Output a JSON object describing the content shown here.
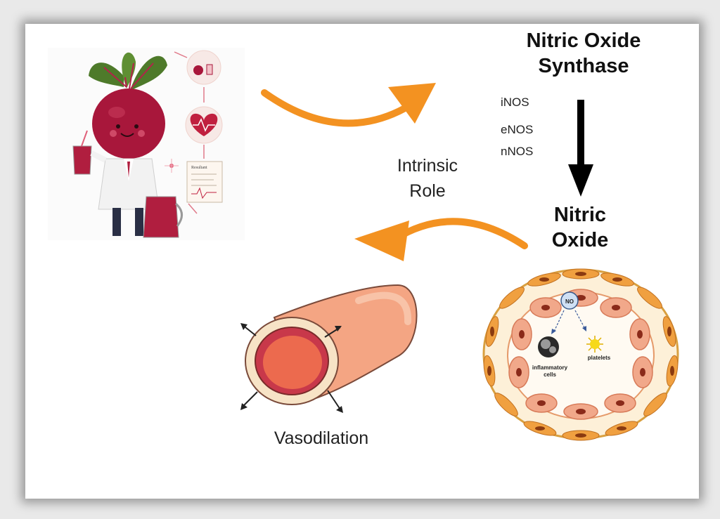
{
  "diagram": {
    "enzyme_title_line1": "Nitric Oxide",
    "enzyme_title_line2": "Synthase",
    "isoforms": [
      "iNOS",
      "eNOS",
      "nNOS"
    ],
    "product_line1": "Nitric",
    "product_line2": "Oxide",
    "role_line1": "Intrinsic",
    "role_line2": "Role",
    "outcome": "Vasodilation",
    "vessel_section": {
      "no_label": "NO",
      "inflammatory_line1": "inflammatory",
      "inflammatory_line2": "cells",
      "platelets": "platelets"
    },
    "illustration": {
      "document_heading": "Resultant"
    }
  }
}
